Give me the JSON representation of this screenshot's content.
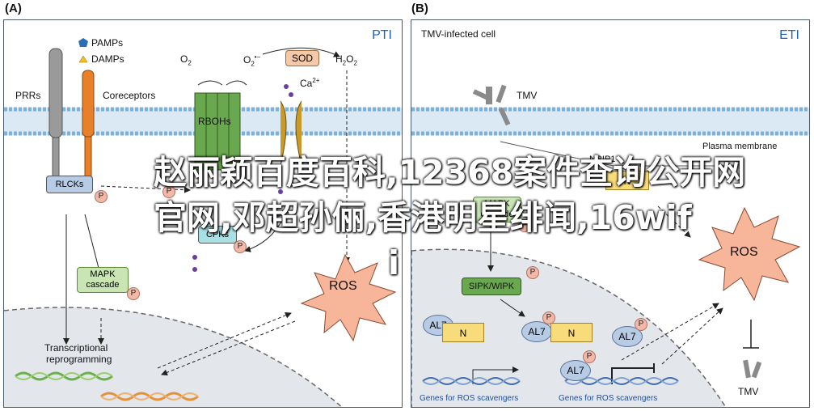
{
  "panel_a": {
    "label": "(A)",
    "tag": "PTI",
    "legend": {
      "pamps": "PAMPs",
      "damps": "DAMPs"
    },
    "prrs": "PRRs",
    "coreceptors": "Coreceptors",
    "o2": "O",
    "o2_sub": "2",
    "o2_radical": "O",
    "o2_radical_sub": "2",
    "o2_radical_sup": "•−",
    "sod": "SOD",
    "h2o2": "H",
    "h2o2_sub1": "2",
    "h2o2_o": "O",
    "h2o2_sub2": "2",
    "ca": "Ca",
    "ca_sup": "2+",
    "rbohs": "RBOHs",
    "rlcks": "RLCKs",
    "cpks": "CPKs",
    "mapk": "MAPK cascade",
    "p": "P",
    "ros": "ROS",
    "transcriptional": "Transcriptional",
    "reprogramming": "reprogramming"
  },
  "panel_b": {
    "label": "(B)",
    "tag": "ETI",
    "title": "TMV-infected cell",
    "tmv_top": "TMV",
    "plasma_membrane": "Plasma membrane",
    "nrip1": "NRIP1",
    "n": "N",
    "mapk": "MAPK cascade",
    "sipk": "SIPK/WIPK",
    "al7": "AL7",
    "p": "P",
    "ros": "ROS",
    "tmv_bottom": "TMV",
    "genes1": "Genes for ROS scavengers",
    "genes2": "Genes for ROS scavengers"
  },
  "watermark": {
    "line1": "赵丽颖百度百科,12368案件查询公开网",
    "line2": "官网,邓超孙俪,香港明星绯闻,16wif",
    "line3": "i"
  },
  "colors": {
    "membrane": "#7fb0d8",
    "ros_fill": "#f7b59a",
    "rboh": "#6aa84f",
    "sod": "#f5c9a8",
    "nucleus": "#e3e6ea",
    "dna_green": "#6ab04c",
    "dna_orange": "#e69138",
    "dna_blue": "#3d6ab0"
  }
}
